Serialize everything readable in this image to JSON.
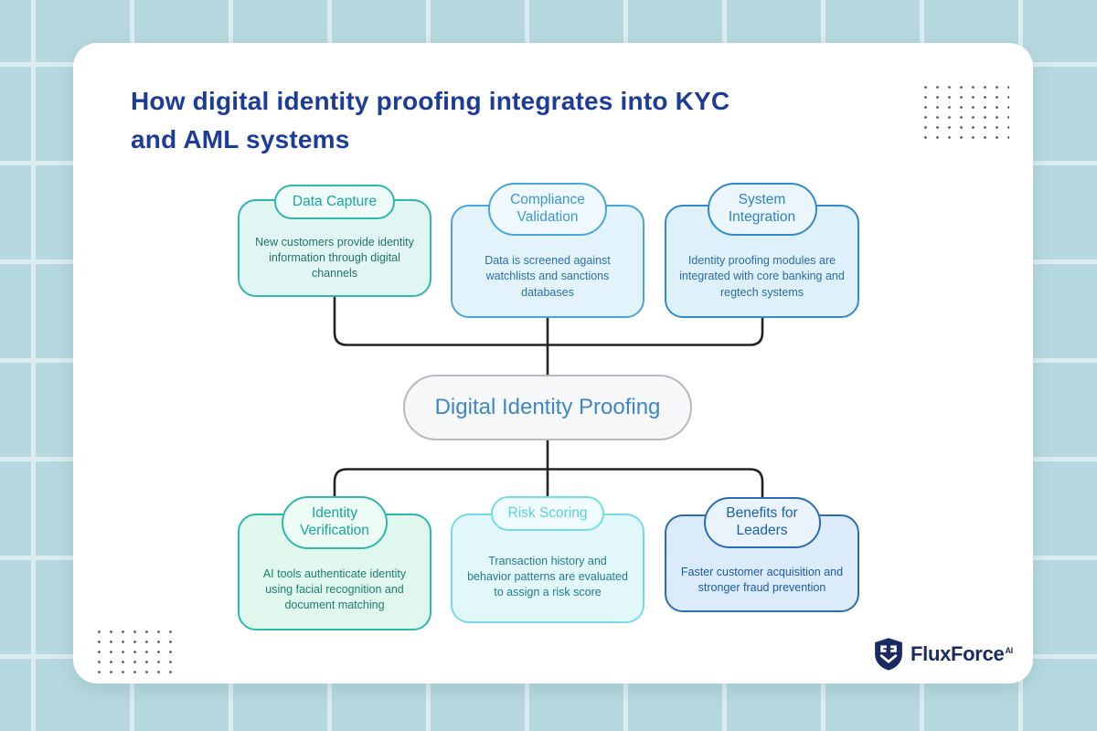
{
  "title": {
    "lines": [
      "How digital identity proofing integrates into KYC",
      "and AML systems"
    ],
    "color": "#1d3c99"
  },
  "center_node": {
    "label": "Digital Identity Proofing",
    "text_color": "#3d87c9",
    "border_color": "#b7b9bd",
    "bg_color": "#f6f7f8"
  },
  "top_row": [
    {
      "title": "Data Capture",
      "description": "New customers provide identity information through digital channels",
      "border_color": "#30b6ac",
      "bg_color": "#e1f6f2",
      "pill_bg": "#effbf9",
      "title_color": "#18a79e",
      "text_color": "#23726c"
    },
    {
      "title": "Compliance Validation",
      "description": "Data is screened against watchlists and sanctions databases",
      "border_color": "#4aa5da",
      "bg_color": "#e2f3fc",
      "pill_bg": "#eef8fd",
      "title_color": "#3e97d1",
      "text_color": "#2a70ab"
    },
    {
      "title": "System Integration",
      "description": "Identity proofing modules are integrated with core banking and regtech systems",
      "border_color": "#3389c9",
      "bg_color": "#def0fa",
      "pill_bg": "#eaf5fc",
      "title_color": "#2e83c4",
      "text_color": "#2a6ca8"
    }
  ],
  "bottom_row": [
    {
      "title": "Identity Verification",
      "description": "AI tools authenticate identity using facial recognition and document matching",
      "border_color": "#2eb7ab",
      "bg_color": "#e0f7ee",
      "pill_bg": "#edfbf5",
      "title_color": "#16a598",
      "text_color": "#1f7d70"
    },
    {
      "title": "Risk Scoring",
      "description": "Transaction history and behavior patterns are evaluated to assign a risk score",
      "border_color": "#74dce5",
      "bg_color": "#e1f7fa",
      "pill_bg": "#eefcfd",
      "title_color": "#5ecedb",
      "text_color": "#257c88"
    },
    {
      "title": "Benefits for Leaders",
      "description": "Faster customer acquisition and stronger fraud prevention",
      "border_color": "#2b6cb4",
      "bg_color": "#dcebf9",
      "pill_bg": "#e9f3fc",
      "title_color": "#1e5fae",
      "text_color": "#1c5ba8"
    }
  ],
  "connector_color": "#212326",
  "logo": {
    "brand": "FluxForce",
    "superscript": "AI",
    "color": "#1c2a63"
  }
}
